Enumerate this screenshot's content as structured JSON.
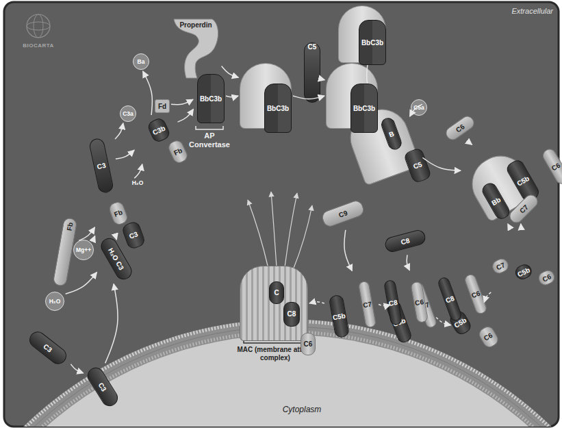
{
  "diagram": {
    "nodes": [
      {
        "text": [
          "C3"
        ]
      },
      {
        "text": [
          "C3"
        ]
      },
      {
        "text": [
          "H₂O"
        ]
      },
      {
        "text": [
          "H₂O",
          "C3"
        ]
      },
      {
        "text": [
          "Fb"
        ]
      },
      {
        "text": [
          "Mg++"
        ]
      },
      {
        "text": [
          "H₂O",
          "Fb",
          "C3"
        ]
      },
      {
        "text": [
          "C3"
        ]
      },
      {
        "text": [
          "C3a"
        ]
      },
      {
        "text": [
          "C3b",
          "Fb"
        ]
      },
      {
        "text": [
          "Fd"
        ]
      },
      {
        "text": [
          "Ba"
        ]
      },
      {
        "text": [
          "Properdin"
        ]
      },
      {
        "text": [
          "BbC3b"
        ]
      },
      {
        "text": [
          "BbC3b"
        ]
      },
      {
        "text": [
          "C5"
        ]
      },
      {
        "text": [
          "BbC3b"
        ]
      },
      {
        "text": [
          "BbC3b"
        ]
      },
      {
        "text": [
          "C5a"
        ]
      },
      {
        "text": [
          "B",
          "C5"
        ]
      },
      {
        "text": [
          "C6"
        ]
      },
      {
        "text": [
          "Bb",
          "C5b",
          "C6"
        ]
      },
      {
        "text": [
          "C7"
        ]
      },
      {
        "text": [
          "C7",
          "C5b",
          "C6"
        ]
      },
      {
        "text": [
          "C5b",
          "C6"
        ]
      },
      {
        "text": [
          "C8"
        ]
      },
      {
        "text": [
          "C5b",
          "C7",
          "C8",
          "C6"
        ]
      },
      {
        "text": [
          "C9"
        ]
      },
      {
        "text": [
          "C5b",
          "C7",
          "C8",
          "C6"
        ]
      },
      {
        "text": [
          "C",
          "C8",
          "C6"
        ]
      }
    ],
    "edges": [
      {
        "from": 0,
        "to": 1,
        "arrow": "to"
      },
      {
        "from": 1,
        "to": 3,
        "arrow": "to"
      },
      {
        "from": 2,
        "to": 3,
        "arrow": "to"
      },
      {
        "from": 3,
        "to": 6,
        "arrow": "to"
      },
      {
        "from": 4,
        "to": 6,
        "arrow": "to"
      },
      {
        "from": 5,
        "to": 6,
        "arrow": "to"
      },
      {
        "from": 6,
        "to": 9,
        "arrow": "to"
      },
      {
        "from": 7,
        "to": 9,
        "arrow": "to"
      },
      {
        "from": 7,
        "to": 8,
        "arrow": "to"
      },
      {
        "from": 9,
        "to": 11,
        "arrow": "to"
      },
      {
        "from": 9,
        "to": 13,
        "arrow": "to"
      },
      {
        "from": 10,
        "to": 13,
        "arrow": "to"
      },
      {
        "from": 12,
        "to": 14,
        "arrow": "to"
      },
      {
        "from": 13,
        "to": 14,
        "arrow": "to"
      },
      {
        "from": 14,
        "to": 16,
        "arrow": "to"
      },
      {
        "from": 15,
        "to": 16,
        "arrow": "to"
      },
      {
        "from": 16,
        "to": 19,
        "arrow": "to"
      },
      {
        "from": 17,
        "to": 19,
        "arrow": "to"
      },
      {
        "from": 19,
        "to": 18,
        "arrow": "to"
      },
      {
        "from": 19,
        "to": 21,
        "arrow": "to"
      },
      {
        "from": 20,
        "to": 21,
        "arrow": "to"
      },
      {
        "from": 21,
        "to": 23,
        "arrow": "to"
      },
      {
        "from": 22,
        "to": 23,
        "arrow": "to"
      },
      {
        "from": 23,
        "to": 24,
        "arrow": "to"
      },
      {
        "from": 24,
        "to": 26,
        "arrow": "to"
      },
      {
        "from": 25,
        "to": 26,
        "arrow": "to"
      },
      {
        "from": 26,
        "to": 28,
        "arrow": "to"
      },
      {
        "from": 27,
        "to": 28,
        "arrow": "to"
      },
      {
        "from": 28,
        "to": 29,
        "arrow": "to"
      }
    ],
    "labels": [
      "BIOCARTA",
      "Extracellular",
      "AP Convertase",
      "MAC (membrane attack complex)",
      "Cytoplasm"
    ]
  }
}
